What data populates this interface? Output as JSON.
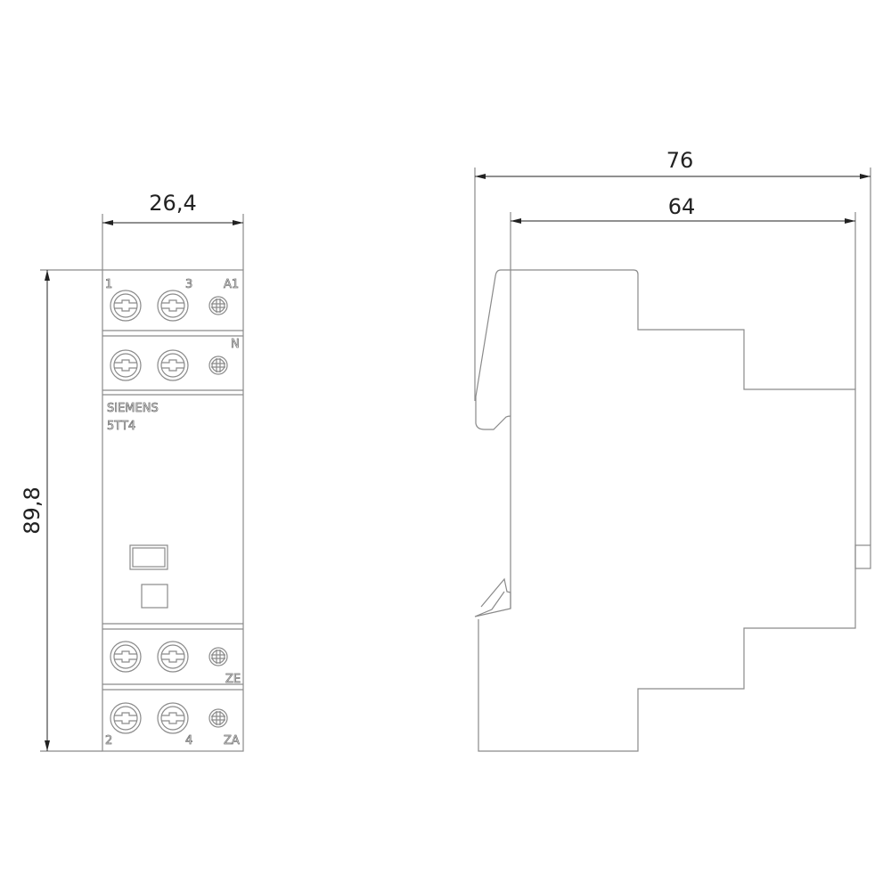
{
  "dimensions": {
    "width_front": "26,4",
    "height_front": "89,8",
    "depth_total": "76",
    "depth_body": "64"
  },
  "front_view": {
    "brand": "SIEMENS",
    "model": "5TT4",
    "terminal_labels": {
      "top_left": "1",
      "top_mid": "3",
      "top_right": "A1",
      "second_right": "N",
      "lower_right": "ZE",
      "bottom_left": "2",
      "bottom_mid": "4",
      "bottom_right": "ZA"
    }
  },
  "colors": {
    "line": "#8a8a8a",
    "text": "#222222"
  }
}
